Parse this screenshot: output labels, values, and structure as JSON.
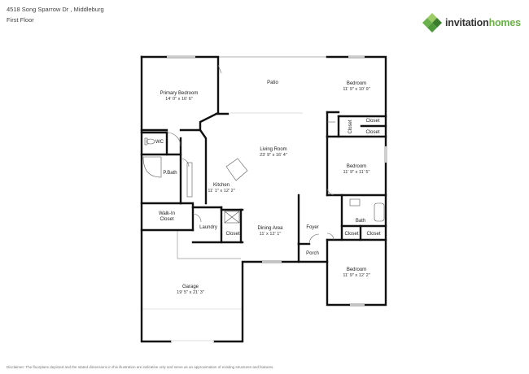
{
  "header": {
    "address": "4518 Song Sparrow Dr , Middleburg",
    "floor": "First Floor"
  },
  "logo": {
    "brand_prefix": "invitation",
    "brand_suffix": "homes",
    "icon": "green-diamond-logo-icon",
    "colors": {
      "dark": "#3a7d2c",
      "mid": "#6ab04c",
      "light": "#9ccc65"
    }
  },
  "rooms": {
    "primary_bedroom": {
      "name": "Primary Bedroom",
      "dims": "14' 0\" x 16' 6\""
    },
    "patio": {
      "name": "Patio"
    },
    "bedroom_ne": {
      "name": "Bedroom",
      "dims": "11' 9\" x 10' 9\""
    },
    "closet_1": {
      "name": "Closet"
    },
    "closet_2": {
      "name": "Closet"
    },
    "closet_3": {
      "name": "Closet"
    },
    "wc": {
      "name": "WC"
    },
    "living_room": {
      "name": "Living Room",
      "dims": "23' 9\" x 16' 4\""
    },
    "bedroom_e": {
      "name": "Bedroom",
      "dims": "11' 9\" x 11' 5\""
    },
    "pbath": {
      "name": "P.Bath"
    },
    "kitchen": {
      "name": "Kitchen",
      "dims": "11' 1\" x 12' 2\""
    },
    "walkin_closet": {
      "line1": "Walk-In",
      "line2": "Closet"
    },
    "bath": {
      "name": "Bath"
    },
    "laundry": {
      "name": "Laundry"
    },
    "closet_laundry": {
      "name": "Closet"
    },
    "dining_area": {
      "name": "Dining Area",
      "dims": "11' x 12' 1\""
    },
    "foyer": {
      "name": "Foyer"
    },
    "closet_bath": {
      "name": "Closet"
    },
    "closet_bedroom_se": {
      "name": "Closet"
    },
    "porch": {
      "name": "Porch"
    },
    "bedroom_se": {
      "name": "Bedroom",
      "dims": "11' 9\" x 12' 2\""
    },
    "garage": {
      "name": "Garage",
      "dims": "19' 5\" x 21' 3\""
    }
  },
  "disclaimer": "Disclaimer: The floorplans depicted and the stated dimensions in this illustration are indicative only and serve as an approximation of existing structures and features."
}
